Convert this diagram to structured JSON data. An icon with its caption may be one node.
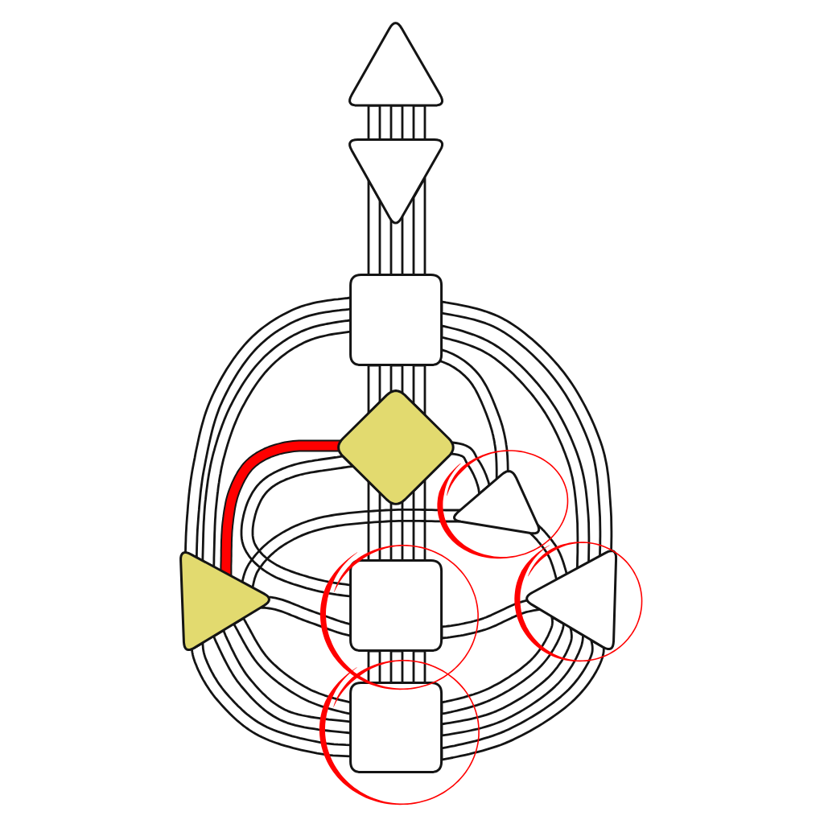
{
  "diagram": {
    "nodes": [
      {
        "text": [],
        "shape": "triangle"
      },
      {
        "text": [],
        "shape": "triangle"
      },
      {
        "text": [],
        "shape": "box"
      },
      {
        "text": [],
        "shape": "diamond"
      },
      {
        "text": [],
        "shape": "triangle"
      },
      {
        "text": [],
        "shape": "triangle"
      },
      {
        "text": [],
        "shape": "box"
      },
      {
        "text": [],
        "shape": "triangle"
      },
      {
        "text": [],
        "shape": "box"
      }
    ],
    "edges": [
      {
        "from": 0,
        "to": 1,
        "arrow": "none"
      },
      {
        "from": 0,
        "to": 1,
        "arrow": "none"
      },
      {
        "from": 0,
        "to": 1,
        "arrow": "none"
      },
      {
        "from": 1,
        "to": 2,
        "arrow": "none"
      },
      {
        "from": 1,
        "to": 2,
        "arrow": "none"
      },
      {
        "from": 1,
        "to": 2,
        "arrow": "none"
      },
      {
        "from": 2,
        "to": 3,
        "arrow": "none"
      },
      {
        "from": 2,
        "to": 3,
        "arrow": "none"
      },
      {
        "from": 2,
        "to": 3,
        "arrow": "none"
      },
      {
        "from": 2,
        "to": 5,
        "arrow": "none"
      },
      {
        "from": 2,
        "to": 5,
        "arrow": "none"
      },
      {
        "from": 2,
        "to": 4,
        "arrow": "none"
      },
      {
        "from": 2,
        "to": 7,
        "arrow": "none"
      },
      {
        "from": 2,
        "to": 7,
        "arrow": "none"
      },
      {
        "from": 3,
        "to": 4,
        "arrow": "none"
      },
      {
        "from": 3,
        "to": 5,
        "arrow": "none",
        "style": "thick",
        "color": "#ff0000"
      },
      {
        "from": 3,
        "to": 6,
        "arrow": "none"
      },
      {
        "from": 3,
        "to": 6,
        "arrow": "none"
      },
      {
        "from": 3,
        "to": 6,
        "arrow": "none"
      },
      {
        "from": 3,
        "to": 6,
        "arrow": "none"
      },
      {
        "from": 4,
        "to": 5,
        "arrow": "none"
      },
      {
        "from": 4,
        "to": 7,
        "arrow": "none"
      },
      {
        "from": 5,
        "to": 6,
        "arrow": "none"
      },
      {
        "from": 6,
        "to": 7,
        "arrow": "none"
      },
      {
        "from": 5,
        "to": 8,
        "arrow": "none"
      },
      {
        "from": 5,
        "to": 8,
        "arrow": "none"
      },
      {
        "from": 5,
        "to": 8,
        "arrow": "none"
      },
      {
        "from": 6,
        "to": 8,
        "arrow": "none"
      },
      {
        "from": 6,
        "to": 8,
        "arrow": "none"
      },
      {
        "from": 6,
        "to": 8,
        "arrow": "none"
      },
      {
        "from": 7,
        "to": 8,
        "arrow": "none"
      },
      {
        "from": 7,
        "to": 8,
        "arrow": "none"
      },
      {
        "from": 7,
        "to": 8,
        "arrow": "none"
      }
    ]
  }
}
